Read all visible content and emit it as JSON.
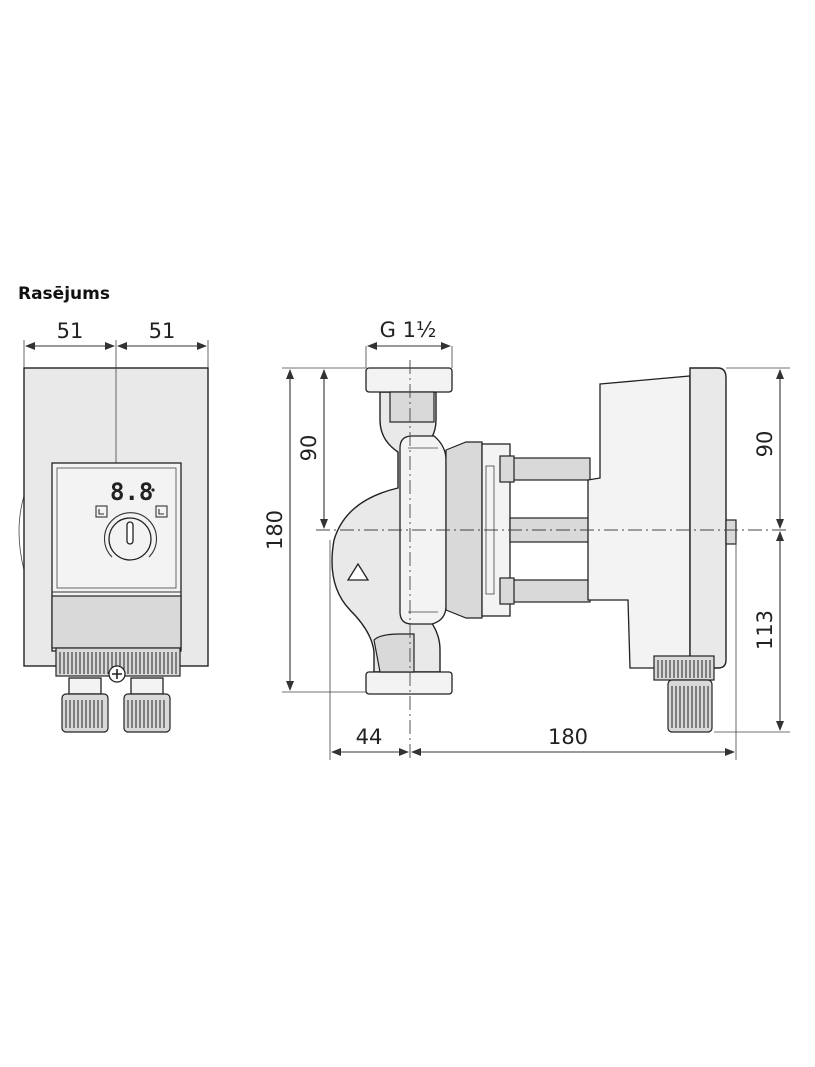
{
  "title": "Rasējums",
  "front_view": {
    "width_left": "51",
    "width_right": "51",
    "display_text": "8.8"
  },
  "side_view": {
    "connection": "G 1½",
    "height_total": "180",
    "height_upper": "90",
    "right_upper": "90",
    "right_lower": "113",
    "width_left": "44",
    "width_right": "180"
  }
}
